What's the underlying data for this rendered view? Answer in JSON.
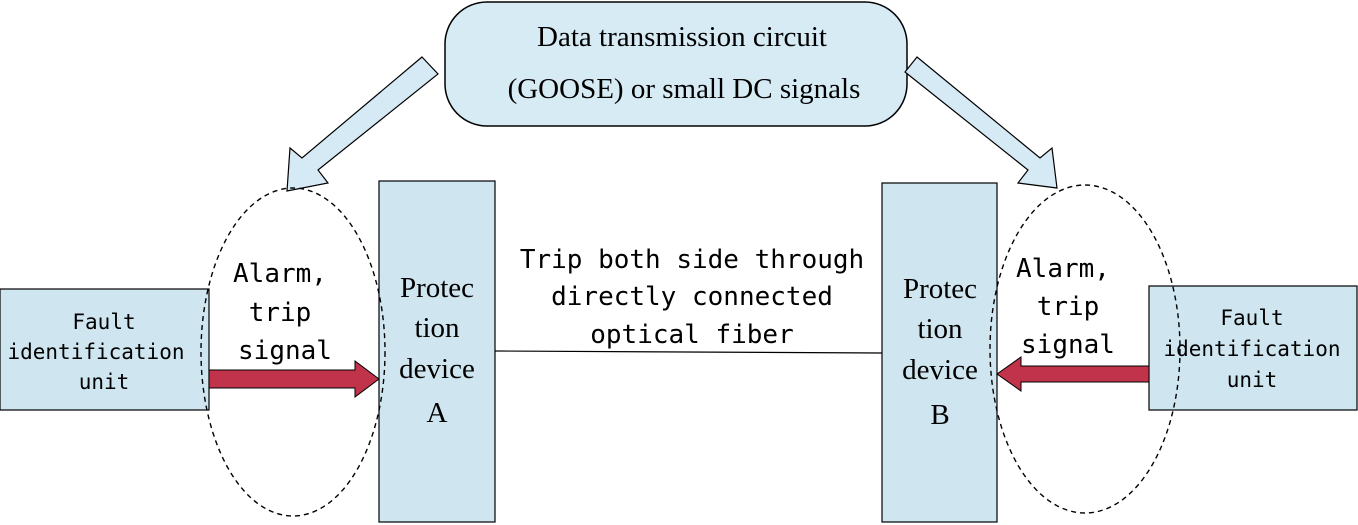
{
  "top_box": {
    "line1": "Data transmission circuit",
    "line2": "(GOOSE) or small DC signals"
  },
  "fiber_label": {
    "line1": "Trip both side through",
    "line2": "directly connected",
    "line3": "optical fiber"
  },
  "left": {
    "fault_unit": {
      "line1": "Fault",
      "line2": "identification",
      "line3": "unit"
    },
    "signal": {
      "line1": "Alarm,",
      "line2": "trip",
      "line3": "signal"
    },
    "device": {
      "line1": "Protec",
      "line2": "tion",
      "line3": "device",
      "line4": "A"
    }
  },
  "right": {
    "fault_unit": {
      "line1": "Fault",
      "line2": "identification",
      "line3": "unit"
    },
    "signal": {
      "line1": "Alarm,",
      "line2": "trip",
      "line3": "signal"
    },
    "device": {
      "line1": "Protec",
      "line2": "tion",
      "line3": "device",
      "line4": "B"
    }
  },
  "colors": {
    "box_fill": "#cfe6f0",
    "top_box_fill": "#d7ebf5",
    "hollow_arrow_fill": "#d6eaf5",
    "red_arrow": "#c0334a",
    "stroke": "#000000"
  }
}
